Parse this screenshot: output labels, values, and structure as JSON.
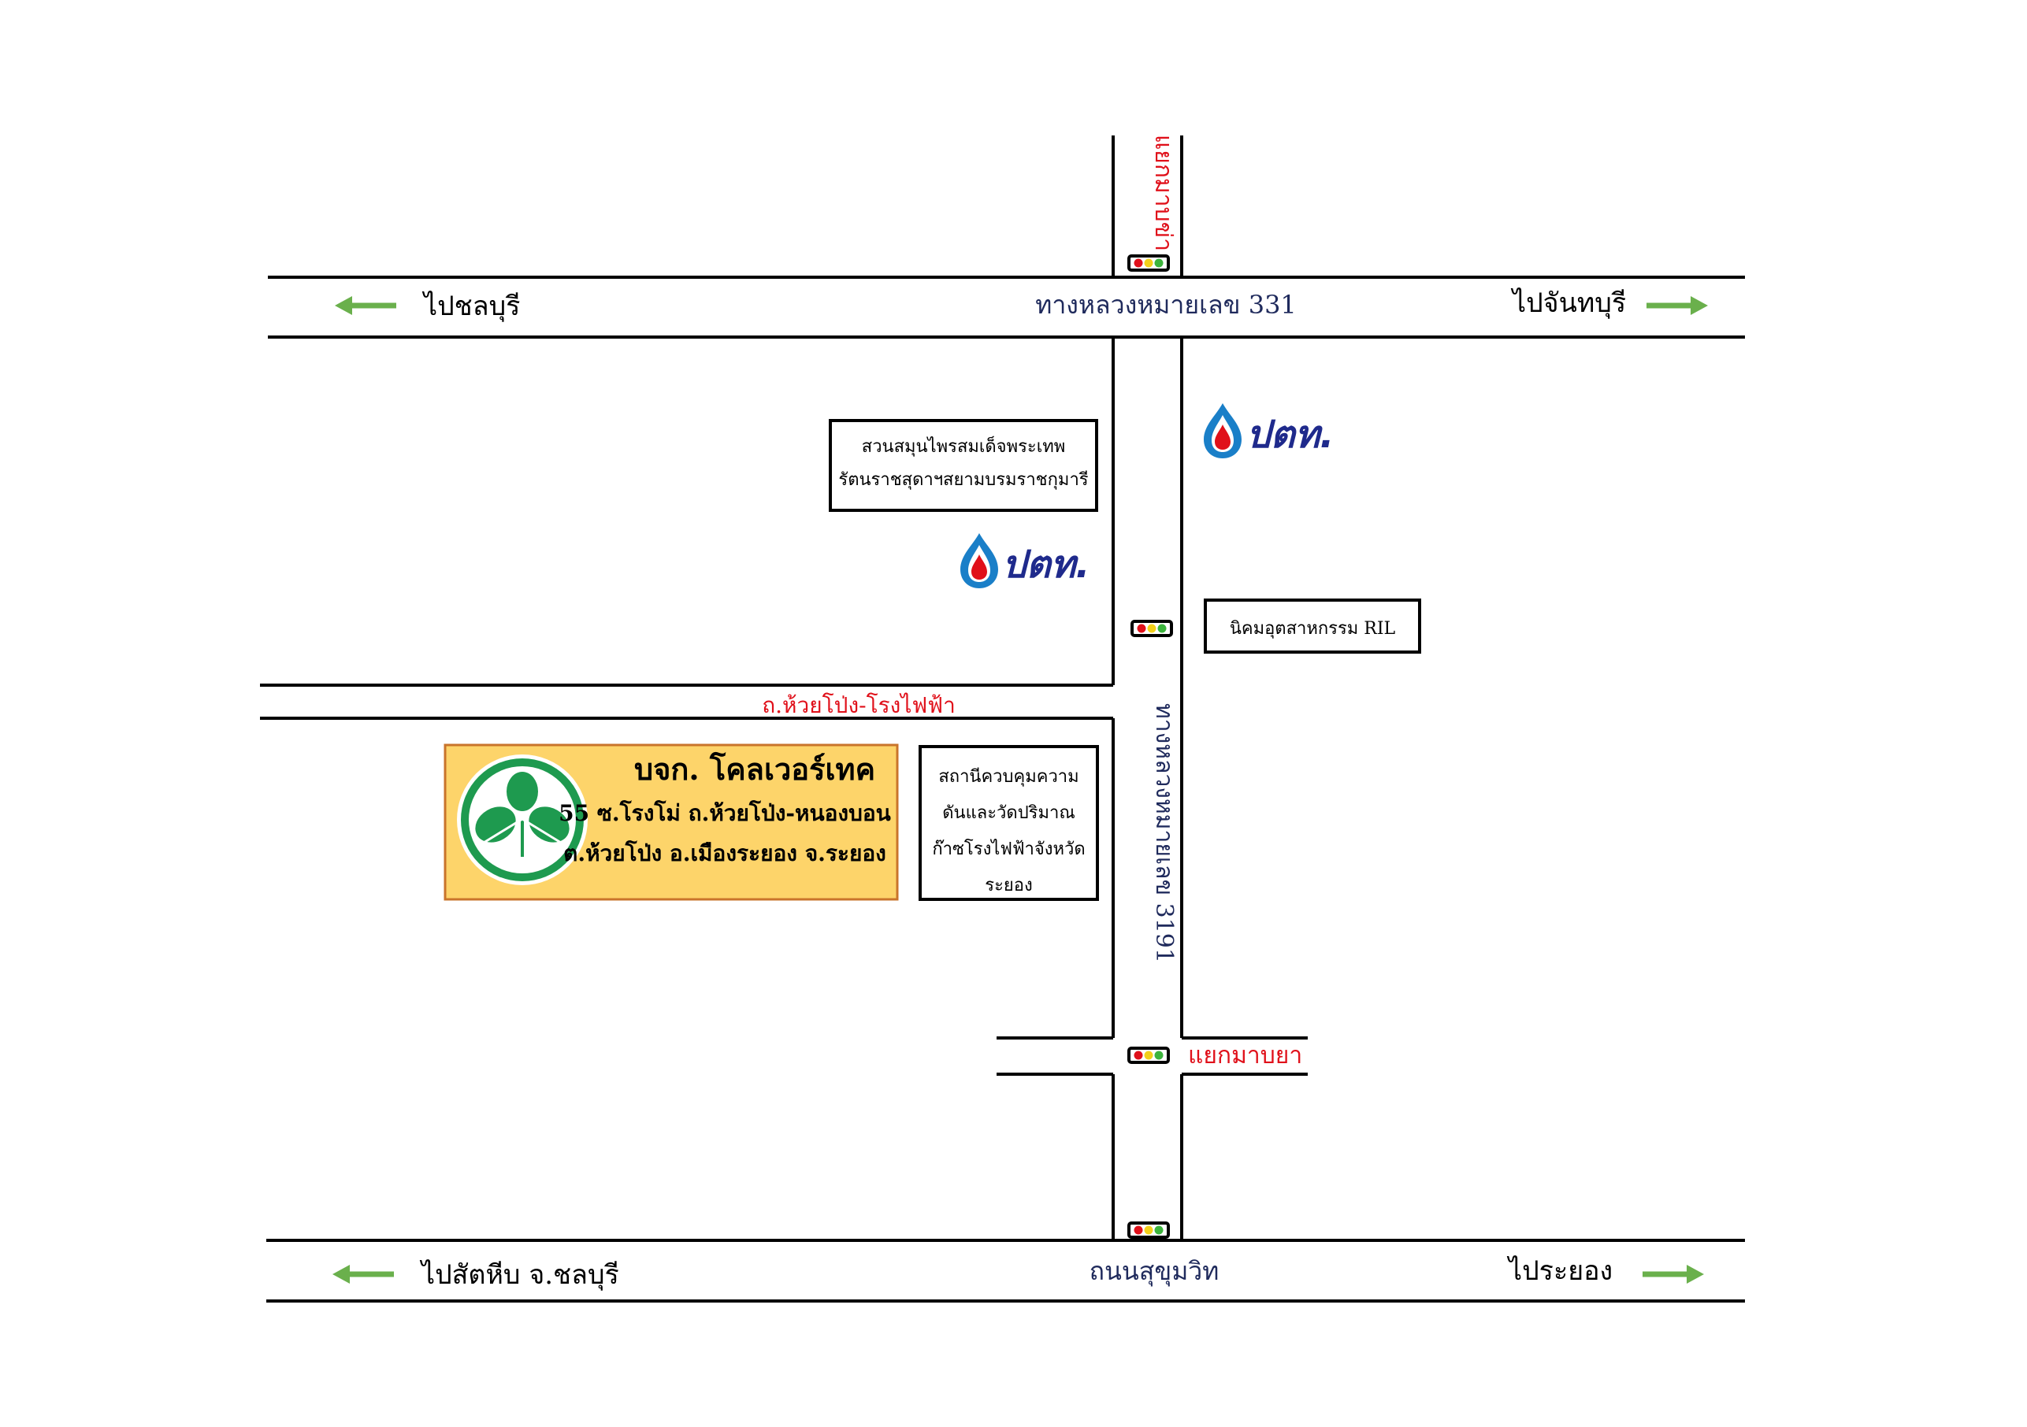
{
  "roads": {
    "hw331": "ทางหลวงหมายเลข 331",
    "hw3191": "ทางหลวงหมายเลข 3191",
    "sukhumvit": "ถนนสุขุมวิท",
    "huai_pong_road": "ถ.ห้วยโป่ง-โรงไฟฟ้า"
  },
  "junctions": {
    "north": "แยกมาบข่า",
    "south": "แยกมาบยา"
  },
  "directions": {
    "to_chonburi": "ไปชลบุรี",
    "to_chanthaburi": "ไปจันทบุรี",
    "to_sattahip": "ไปสัตหีบ จ.ชลบุรี",
    "to_rayong": "ไประยอง"
  },
  "landmarks": {
    "herb_garden": [
      "สวนสมุนไพรสมเด็จพระเทพ",
      "รัตนราชสุดาฯสยามบรมราชกุมารี"
    ],
    "ril_estate": "นิคมอุตสาหกรรม RIL",
    "gas_station": [
      "สถานีควบคุมความ",
      "ดันและวัดปริมาณ",
      "ก๊าซโรงไฟฟ้าจังหวัด",
      "ระยอง"
    ],
    "ptt_logo_text": "ปตท."
  },
  "company": {
    "name": "บจก. โคลเวอร์เทค",
    "address1": "55 ซ.โรงโม่ ถ.ห้วยโป่ง-หนองบอน",
    "address2": "ต.ห้วยโป่ง อ.เมืองระยอง จ.ระยอง"
  },
  "colors": {
    "road_label": "#1f2a5c",
    "junction_label": "#e0101a",
    "arrow": "#6ab04c",
    "company_bg": "#fdd46a",
    "company_border": "#c9742b",
    "logo_green": "#1e9a4f",
    "ptt_blue": "#1f2a8c",
    "ptt_red": "#e0101a"
  },
  "icons": {
    "traffic_light": "traffic-light-icon",
    "arrow_left": "arrow-left-icon",
    "arrow_right": "arrow-right-icon",
    "ptt": "ptt-logo-icon",
    "clover": "clover-logo-icon"
  }
}
